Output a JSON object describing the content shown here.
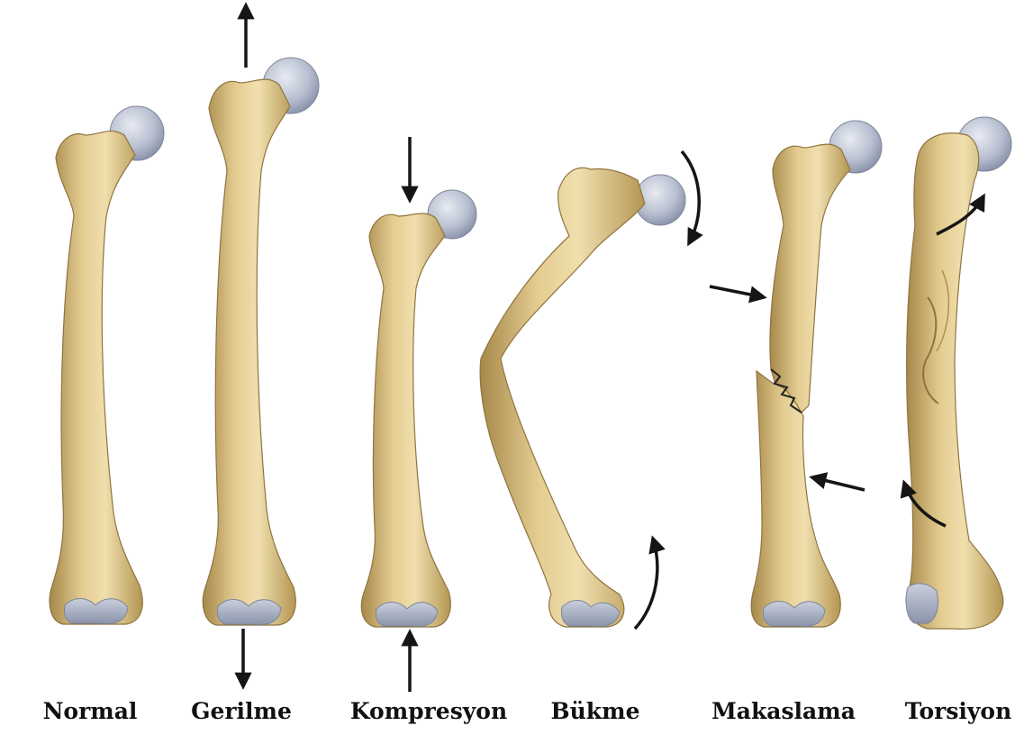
{
  "labels": {
    "normal": "Normal",
    "gerilme": "Gerilme",
    "kompresyon": "Kompresyon",
    "bukme": "Bükme",
    "makaslama": "Makaslama",
    "torsiyon": "Torsiyon"
  },
  "colors": {
    "bone": "#d9bf80",
    "bone_shadow": "#a6884a",
    "bone_highlight": "#f1e2b4",
    "cartilage": "#b8bfd0",
    "cartilage_shadow": "#8a93aa",
    "arrow": "#151515",
    "text": "#111111"
  }
}
